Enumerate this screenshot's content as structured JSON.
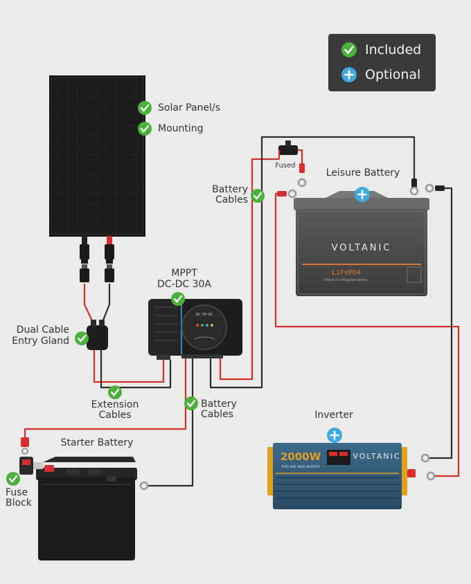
{
  "legend": {
    "included": "Included",
    "optional": "Optional"
  },
  "labels": {
    "solar_panel": "Solar Panel/s",
    "mounting": "Mounting",
    "fused": "Fused",
    "leisure_battery": "Leisure Battery",
    "battery_cables_top_1": "Battery",
    "battery_cables_top_2": "Cables",
    "mppt_1": "MPPT",
    "mppt_2": "DC-DC 30A",
    "gland_1": "Dual Cable",
    "gland_2": "Entry Gland",
    "extension_1": "Extension",
    "extension_2": "Cables",
    "battery_cables_bottom_1": "Battery",
    "battery_cables_bottom_2": "Cables",
    "starter_battery": "Starter Battery",
    "fuse_block_1": "Fuse",
    "fuse_block_2": "Block",
    "inverter": "Inverter"
  },
  "product_text": {
    "brand": "VOLTANIC",
    "lifepo4": "LiFePO4",
    "lifepo4_sub": "Lithium Iron Phosphate Battery",
    "inverter_power": "2000W",
    "inverter_sub": "PURE SINE WAVE INVERTER",
    "mppt_face": "DC TO DC"
  },
  "colors": {
    "background": "#ebebe9",
    "included_green": "#4caf3e",
    "optional_blue": "#3fa9e0",
    "wire_red": "#d62e2e",
    "wire_black": "#2b2b2b",
    "legend_bg": "#3a3a3a"
  }
}
